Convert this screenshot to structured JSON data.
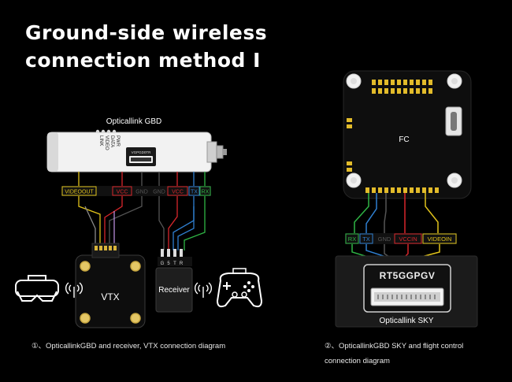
{
  "title": {
    "line1": "Ground-side wireless",
    "line2": "connection method I"
  },
  "left": {
    "module_label": "Opticallink GBD",
    "led_labels": [
      "LINK",
      "VIDEO",
      "DATA",
      "PWR"
    ],
    "port_label": "VGPGD0TR",
    "pins": [
      "VIDEOOUT",
      "VCC",
      "GND",
      "GND",
      "VCC",
      "TX",
      "RX"
    ],
    "vtx_label": "VTX",
    "receiver_label": "Receiver",
    "receiver_pins": [
      "G",
      "5",
      "T",
      "R"
    ],
    "caption": "①、OpticallinkGBD and receiver, VTX connection diagram"
  },
  "right": {
    "fc_label": "FC",
    "pins": [
      "RX",
      "TX",
      "GND",
      "VCCIN",
      "VIDEOIN"
    ],
    "module_id": "RT5GGPGV",
    "module_label": "Opticallink SKY",
    "caption_line1": "②、OpticallinkGBD SKY and flight control",
    "caption_line2": "connection diagram"
  },
  "colors": {
    "yellow": "#e0c21a",
    "red": "#d8262b",
    "blue": "#2f7fd0",
    "green": "#2fb545",
    "gray": "#8a8a8a",
    "purple": "#b58ad8"
  }
}
